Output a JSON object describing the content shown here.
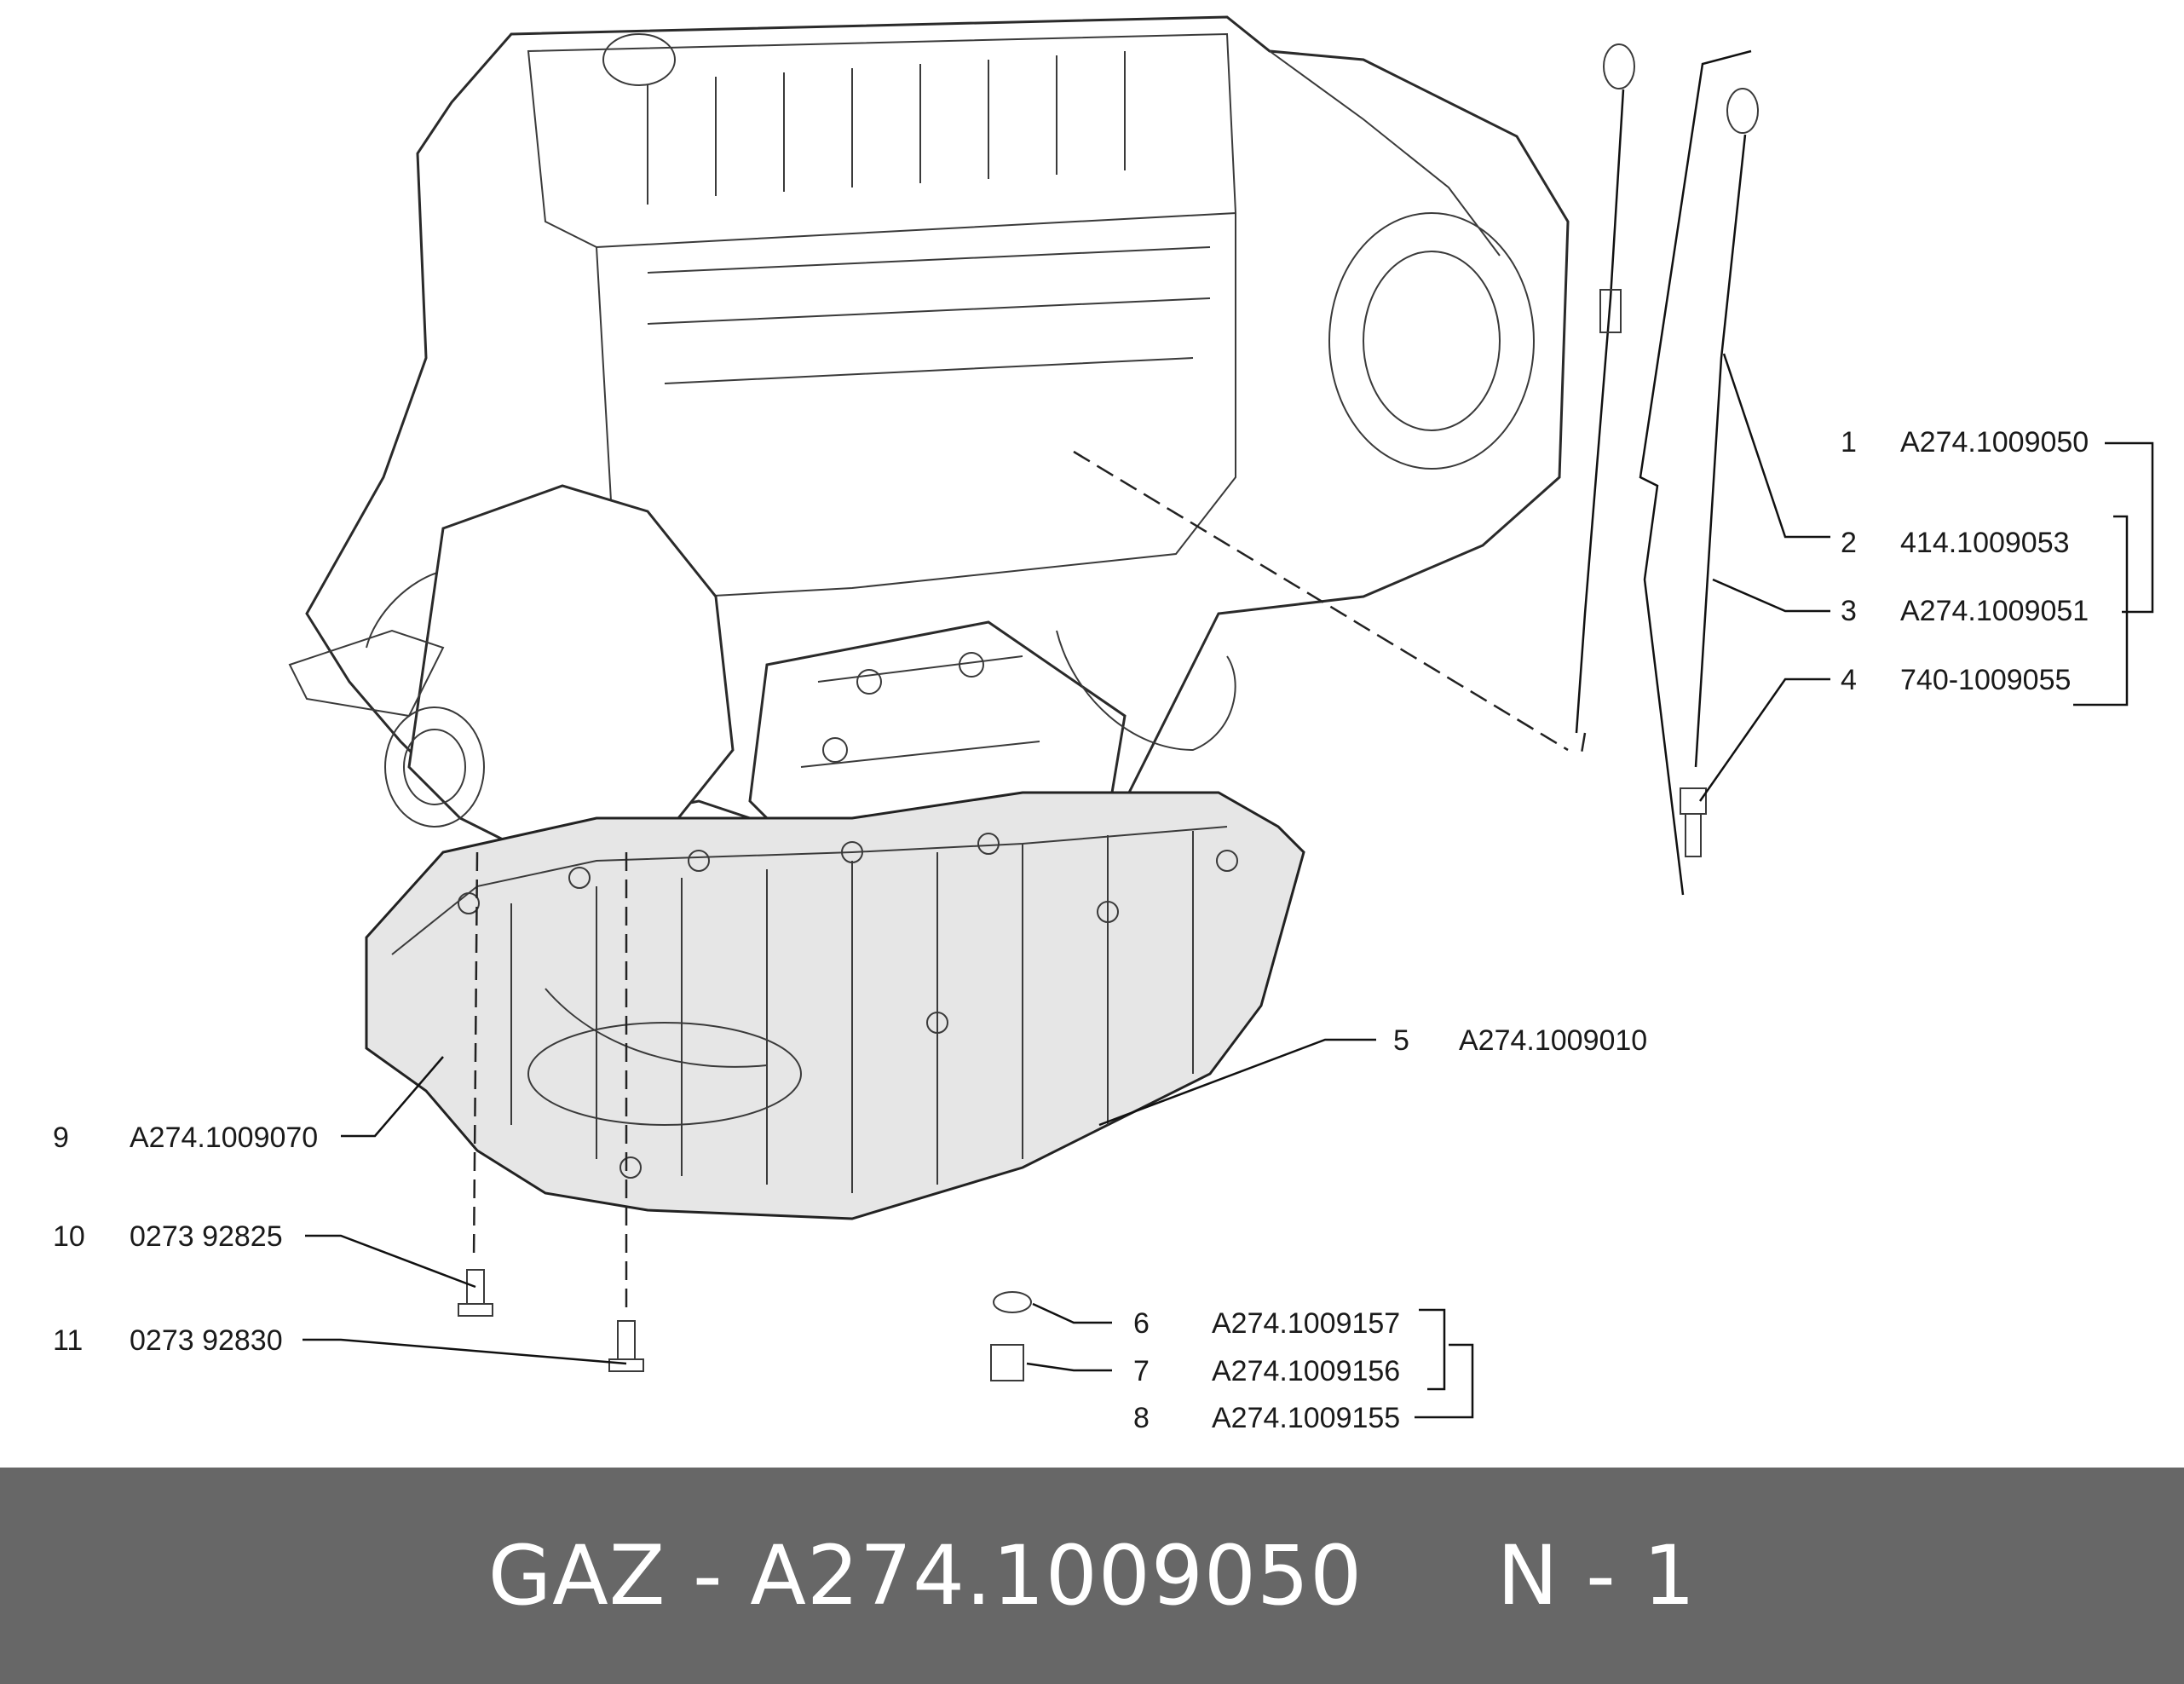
{
  "callouts": [
    {
      "num": "1",
      "part": "A274.1009050"
    },
    {
      "num": "2",
      "part": "414.1009053"
    },
    {
      "num": "3",
      "part": "A274.1009051"
    },
    {
      "num": "4",
      "part": "740-1009055"
    },
    {
      "num": "5",
      "part": "A274.1009010"
    },
    {
      "num": "6",
      "part": "A274.1009157"
    },
    {
      "num": "7",
      "part": "A274.1009156"
    },
    {
      "num": "8",
      "part": "A274.1009155"
    },
    {
      "num": "9",
      "part": "A274.1009070"
    },
    {
      "num": "10",
      "part": "0273 92825"
    },
    {
      "num": "11",
      "part": "0273 92830"
    }
  ],
  "footer": {
    "title": "GAZ - A274.1009050     N - 1"
  },
  "colors": {
    "footer_bg": "#676767",
    "footer_text": "#ffffff",
    "line": "#111111"
  }
}
